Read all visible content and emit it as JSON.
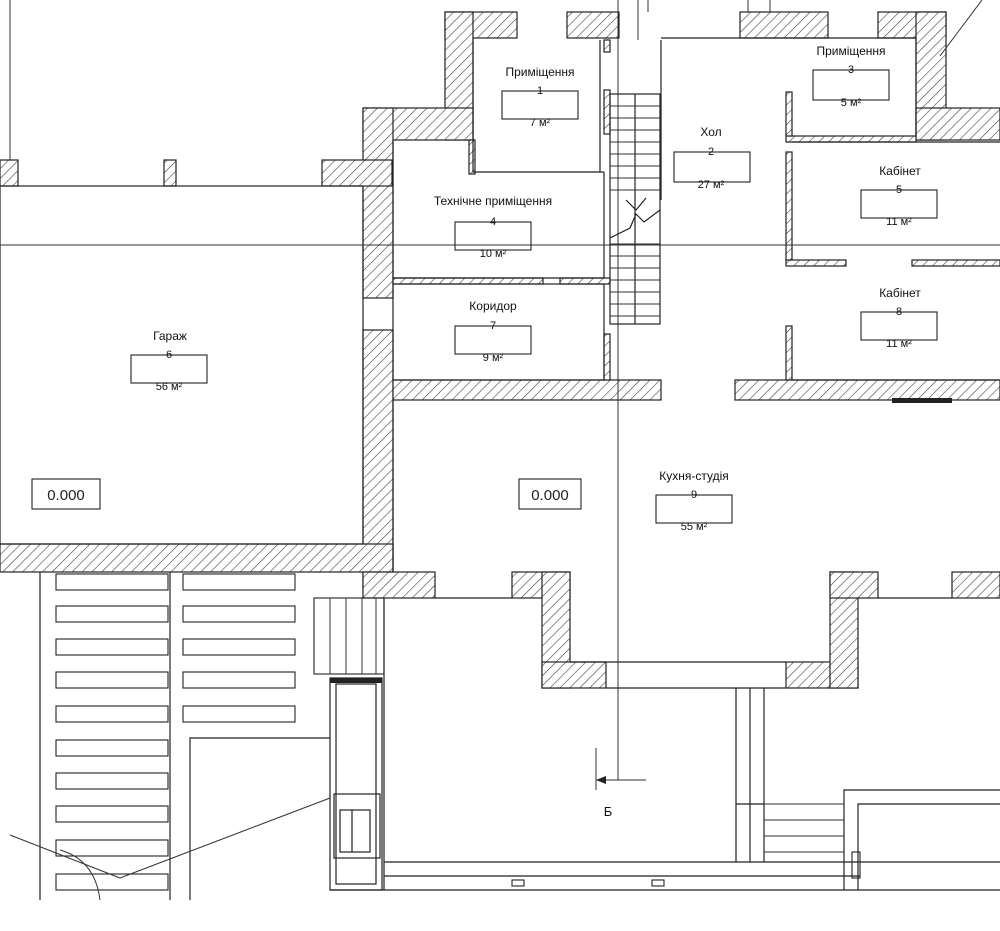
{
  "plan": {
    "rooms": [
      {
        "id": "r1",
        "name": "Приміщення",
        "number": "1",
        "area": "7 м²"
      },
      {
        "id": "r2",
        "name": "Хол",
        "number": "2",
        "area": "27 м²"
      },
      {
        "id": "r3",
        "name": "Приміщення",
        "number": "3",
        "area": "5 м²"
      },
      {
        "id": "r4",
        "name": "Технічне приміщення",
        "number": "4",
        "area": "10 м²"
      },
      {
        "id": "r5",
        "name": "Кабінет",
        "number": "5",
        "area": "11 м²"
      },
      {
        "id": "r6",
        "name": "Гараж",
        "number": "6",
        "area": "56 м²"
      },
      {
        "id": "r7",
        "name": "Коридор",
        "number": "7",
        "area": "9 м²"
      },
      {
        "id": "r8",
        "name": "Кабінет",
        "number": "8",
        "area": "11 м²"
      },
      {
        "id": "r9",
        "name": "Кухня-студія",
        "number": "9",
        "area": "55 м²"
      }
    ],
    "levels": [
      "0.000",
      "0.000"
    ],
    "section_mark": "Б"
  }
}
